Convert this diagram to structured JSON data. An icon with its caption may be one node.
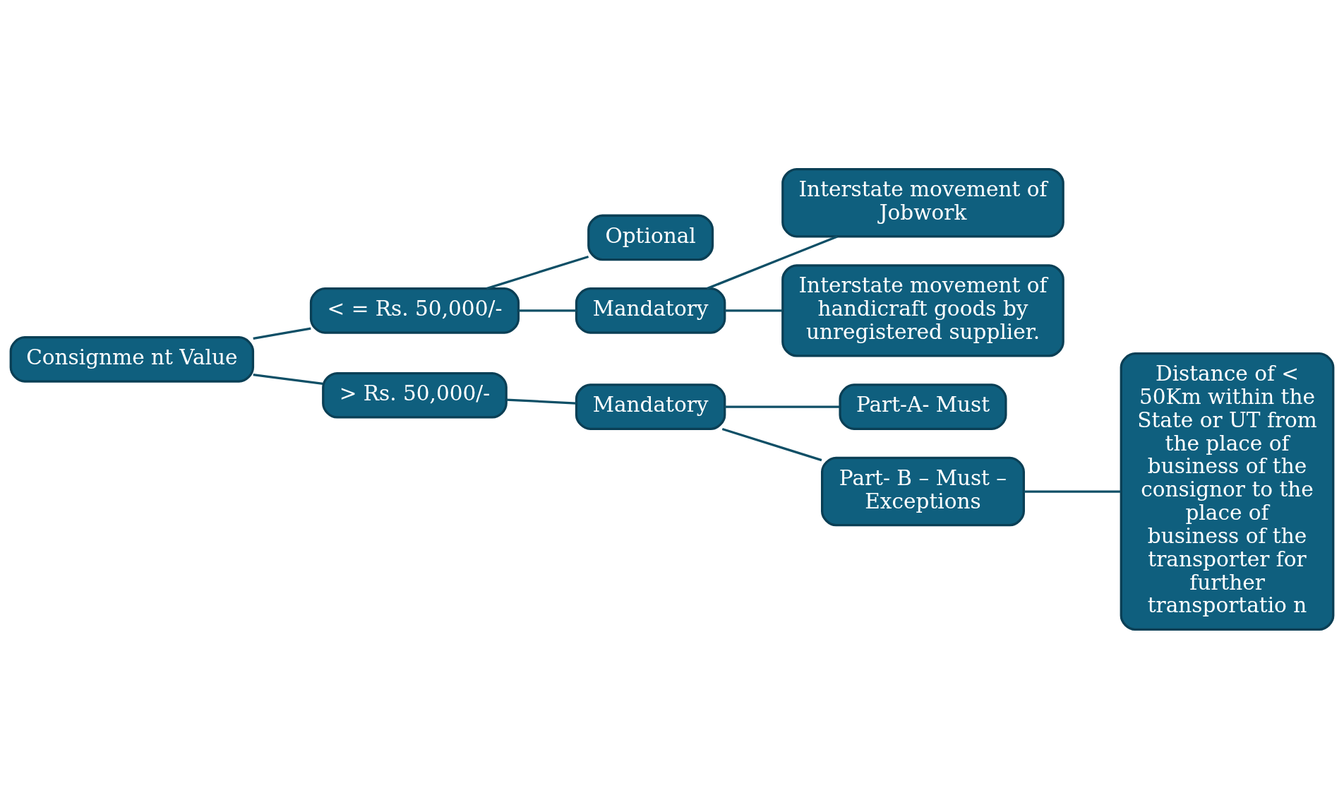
{
  "diagram": {
    "nodes": [
      {
        "text": [
          "Consignme nt Value"
        ]
      },
      {
        "text": [
          "< = Rs. 50,000/-"
        ]
      },
      {
        "text": [
          "> Rs. 50,000/-"
        ]
      },
      {
        "text": [
          "Optional"
        ]
      },
      {
        "text": [
          "Mandatory"
        ]
      },
      {
        "text": [
          "Mandatory"
        ]
      },
      {
        "text": [
          "Interstate movement of Jobwork"
        ]
      },
      {
        "text": [
          "Interstate movement of handicraft goods by unregistered supplier."
        ]
      },
      {
        "text": [
          "Part-A- Must"
        ]
      },
      {
        "text": [
          "Part- B – Must – Exceptions"
        ]
      },
      {
        "text": [
          "Distance of < 50Km within the State or UT from the place of business of the consignor to the place of business of the transporter for further transportatio n"
        ]
      }
    ],
    "edges": [
      {
        "from": 0,
        "to": 1,
        "arrow": "none"
      },
      {
        "from": 0,
        "to": 2,
        "arrow": "none"
      },
      {
        "from": 1,
        "to": 3,
        "arrow": "none"
      },
      {
        "from": 1,
        "to": 4,
        "arrow": "none"
      },
      {
        "from": 4,
        "to": 6,
        "arrow": "none"
      },
      {
        "from": 4,
        "to": 7,
        "arrow": "none"
      },
      {
        "from": 2,
        "to": 5,
        "arrow": "none"
      },
      {
        "from": 5,
        "to": 8,
        "arrow": "none"
      },
      {
        "from": 5,
        "to": 9,
        "arrow": "none"
      },
      {
        "from": 9,
        "to": 10,
        "arrow": "none"
      }
    ]
  }
}
